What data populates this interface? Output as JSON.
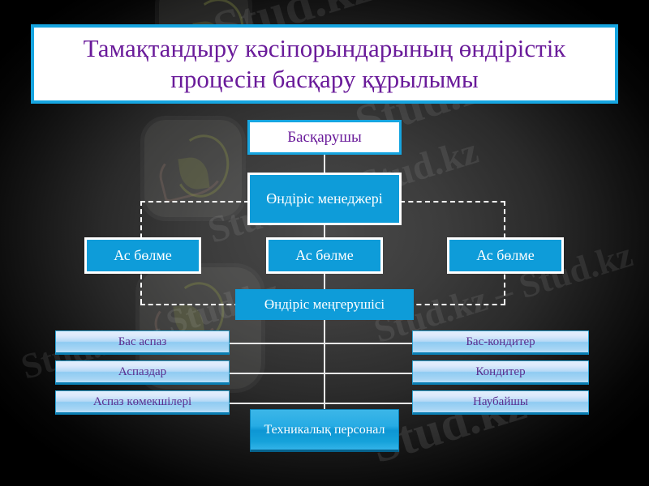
{
  "slide": {
    "title": "Тамақтандыру кәсіпорындарының өндірістік процесін басқару құрылымы",
    "title_color": "#6a1b9a",
    "title_border_color": "#16a5e0",
    "background_color": "#3c3c3c",
    "accent_blue": "#0e9cd9",
    "connector_color": "#e8e8e8"
  },
  "watermarks": {
    "brand": "Stud.kz",
    "brand_long": "Stud.kz – Stud.kz",
    "logo_name": "stud-kz-logo"
  },
  "chart_data": {
    "type": "diagram",
    "title": "Тамақтандыру кәсіпорындарының өндірістік процесін басқару құрылымы",
    "nodes": [
      {
        "id": "manager",
        "label": "Басқарушы",
        "style": "white",
        "level": 0
      },
      {
        "id": "prod-manager",
        "label": "Өндіріс менеджері",
        "style": "blue",
        "level": 1
      },
      {
        "id": "kitchen-left",
        "label": "Ас бөлме",
        "style": "blue",
        "level": 2
      },
      {
        "id": "kitchen-center",
        "label": "Ас бөлме",
        "style": "blue",
        "level": 2
      },
      {
        "id": "kitchen-right",
        "label": "Ас бөлме",
        "style": "blue",
        "level": 2
      },
      {
        "id": "prod-supervisor",
        "label": "Өндіріс меңгерушісі",
        "style": "blue-plain",
        "level": 3
      },
      {
        "id": "head-chef",
        "label": "Бас аспаз",
        "style": "gradient-light",
        "level": 4
      },
      {
        "id": "chefs",
        "label": "Аспаздар",
        "style": "gradient-light",
        "level": 4
      },
      {
        "id": "chef-assistants",
        "label": "Аспаз көмекшілері",
        "style": "gradient-light",
        "level": 4
      },
      {
        "id": "head-confectioner",
        "label": "Бас-кондитер",
        "style": "gradient-light",
        "level": 4
      },
      {
        "id": "confectioner",
        "label": "Кондитер",
        "style": "gradient-light",
        "level": 4
      },
      {
        "id": "baker",
        "label": "Наубайшы",
        "style": "gradient-light",
        "level": 4
      },
      {
        "id": "technical-staff",
        "label": "Техникалық персонал",
        "style": "gradient-blue",
        "level": 5
      }
    ],
    "edges": [
      {
        "from": "manager",
        "to": "prod-manager",
        "style": "solid"
      },
      {
        "from": "prod-manager",
        "to": "kitchen-center",
        "style": "solid"
      },
      {
        "from": "prod-manager",
        "to": "kitchen-left",
        "style": "dashed"
      },
      {
        "from": "prod-manager",
        "to": "kitchen-right",
        "style": "dashed"
      },
      {
        "from": "kitchen-center",
        "to": "prod-supervisor",
        "style": "solid"
      },
      {
        "from": "kitchen-left",
        "to": "prod-supervisor",
        "style": "dashed"
      },
      {
        "from": "kitchen-right",
        "to": "prod-supervisor",
        "style": "dashed"
      },
      {
        "from": "prod-supervisor",
        "to": "head-chef",
        "style": "solid"
      },
      {
        "from": "prod-supervisor",
        "to": "chefs",
        "style": "solid"
      },
      {
        "from": "prod-supervisor",
        "to": "chef-assistants",
        "style": "solid"
      },
      {
        "from": "prod-supervisor",
        "to": "head-confectioner",
        "style": "solid"
      },
      {
        "from": "prod-supervisor",
        "to": "confectioner",
        "style": "solid"
      },
      {
        "from": "prod-supervisor",
        "to": "baker",
        "style": "solid"
      },
      {
        "from": "prod-supervisor",
        "to": "technical-staff",
        "style": "solid"
      }
    ]
  }
}
